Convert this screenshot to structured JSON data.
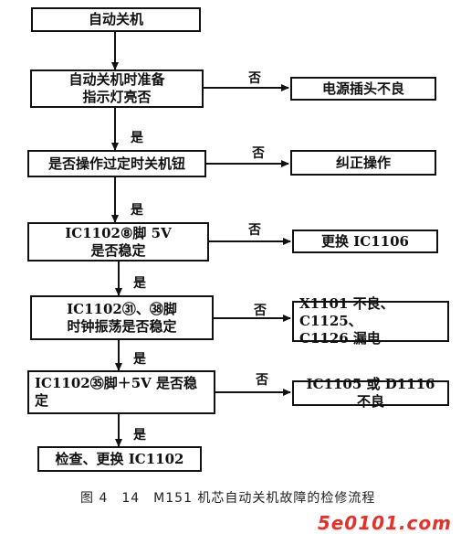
{
  "nodes": {
    "start": "自动关机",
    "q1": "自动关机时准备\n指示灯亮否",
    "a1": "电源插头不良",
    "q2": "是否操作过定时关机钮",
    "a2": "纠正操作",
    "q3": "IC1102⑧脚 5V\n是否稳定",
    "a3": "更换 IC1106",
    "q4": "IC1102㉛、㊳脚\n时钟振荡是否稳定",
    "a4": "X1101 不良、C1125、\nC1126 漏电",
    "q5": "IC1102㉟脚＋5V 是否稳\n定",
    "a5": "IC1105 或 D1116 不良",
    "end": "检查、更换 IC1102"
  },
  "edge_labels": {
    "q1_no": "否",
    "q1_yes": "是",
    "q2_yes": "是",
    "q2_no": "否",
    "q3_no": "否",
    "q3_yes": "是",
    "q4_no": "否",
    "q4_yes": "是",
    "q5_no": "否",
    "q5_yes": "是"
  },
  "caption": "图 4　14　M151 机芯自动关机故障的检修流程",
  "watermark": "5e0101.com",
  "colors": {
    "line": "#111111",
    "watermark": "#e4312b"
  }
}
